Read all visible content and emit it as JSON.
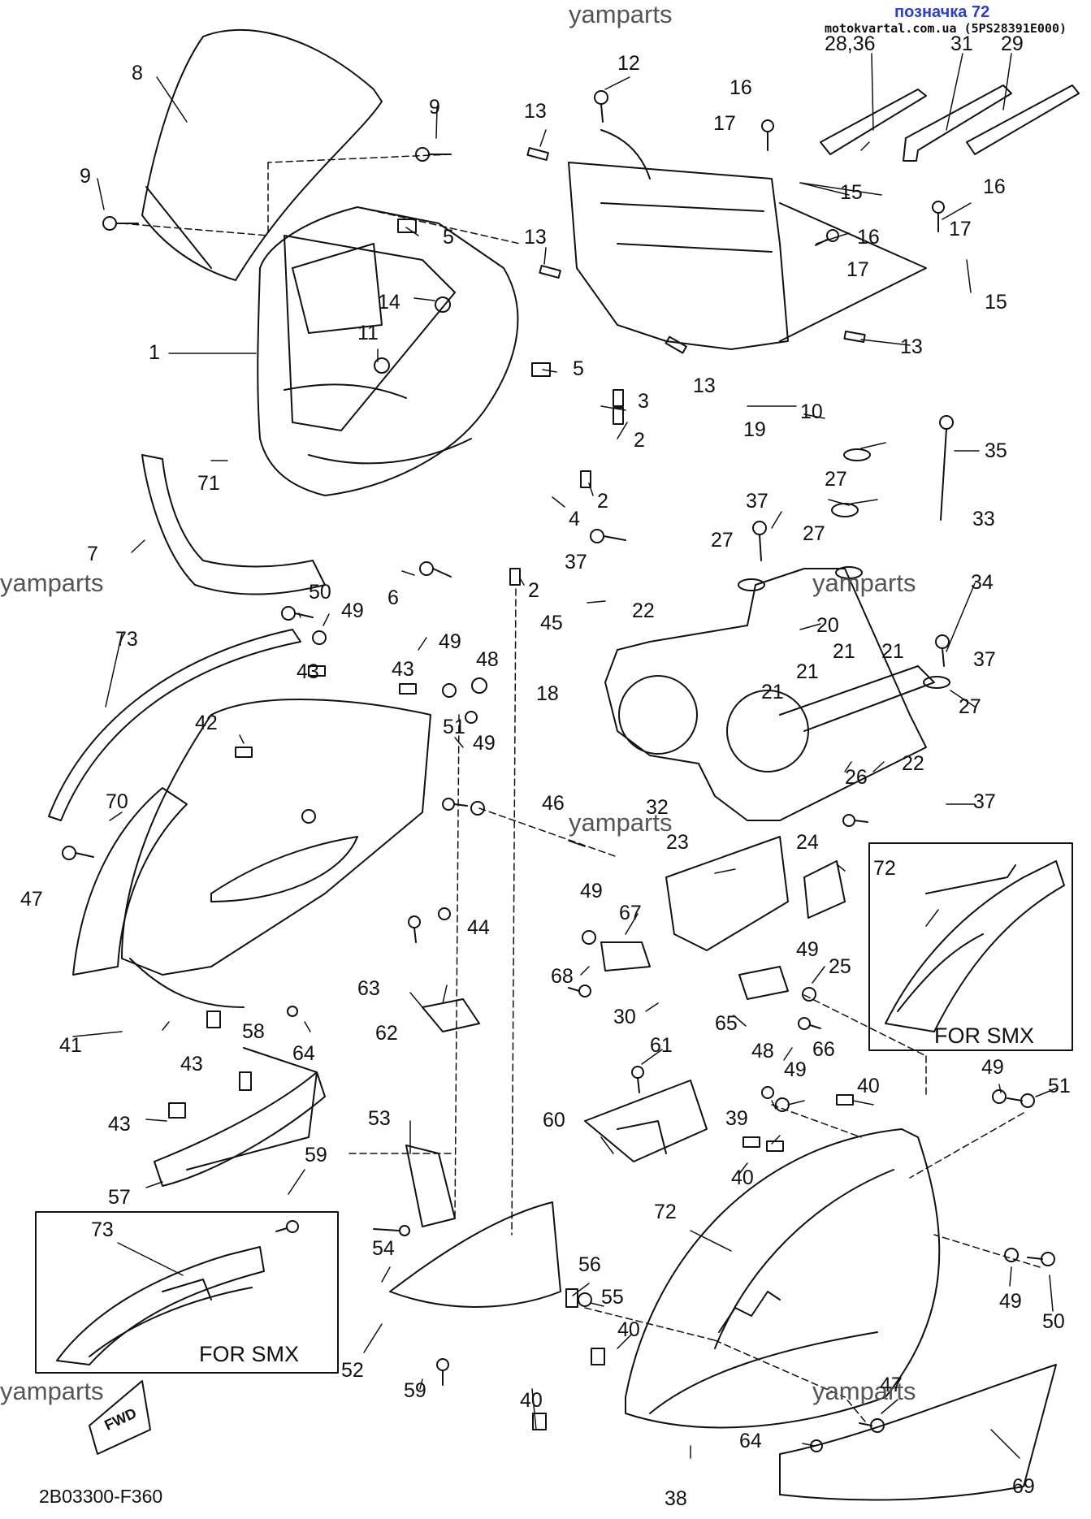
{
  "header": {
    "badge": "позначка 72",
    "site": "motokvartal.com.ua (5PS28391E000)"
  },
  "watermark": "yamparts",
  "smx_label": "FOR SMX",
  "diagram_code": "2B03300-F360",
  "fwd_label": "FWD",
  "callouts": {
    "c8": "8",
    "c9a": "9",
    "c9b": "9",
    "c12": "12",
    "c13a": "13",
    "c13b": "13",
    "c13c": "13",
    "c13d": "13",
    "c16a": "16",
    "c17a": "17",
    "c15a": "15",
    "c2836": "28,36",
    "c31": "31",
    "c29": "29",
    "c16b": "16",
    "c17b": "17",
    "c15b": "15",
    "c16c": "16",
    "c17c": "17",
    "c5a": "5",
    "c5b": "5",
    "c14": "14",
    "c1": "1",
    "c11": "11",
    "c3": "3",
    "c2a": "2",
    "c2b": "2",
    "c2c": "2",
    "c10": "10",
    "c19": "19",
    "c71": "71",
    "c7": "7",
    "c4": "4",
    "c6": "6",
    "c35": "35",
    "c27a": "27",
    "c33": "33",
    "c37a": "37",
    "c27b": "27",
    "c27c": "27",
    "c34": "34",
    "c37b": "37",
    "c22a": "22",
    "c45": "45",
    "c20": "20",
    "c21a": "21",
    "c21b": "21",
    "c21c": "21",
    "c21d": "21",
    "c37c": "37",
    "c27d": "27",
    "c18": "18",
    "c26": "26",
    "c22b": "22",
    "c37d": "37",
    "c50a": "50",
    "c49a": "49",
    "c73a": "73",
    "c43a": "43",
    "c43b": "43",
    "c49b": "49",
    "c48a": "48",
    "c42": "42",
    "c51a": "51",
    "c49c": "49",
    "c70": "70",
    "c46": "46",
    "c32": "32",
    "c23": "23",
    "c24": "24",
    "c72a": "72",
    "c47a": "47",
    "c44": "44",
    "c49d": "49",
    "c67": "67",
    "c68": "68",
    "c25": "25",
    "c49e": "49",
    "c63": "63",
    "c62": "62",
    "c30": "30",
    "c65": "65",
    "c66": "66",
    "c41": "41",
    "c43c": "43",
    "c58": "58",
    "c64a": "64",
    "c61": "61",
    "c48b": "48",
    "c49f": "49",
    "c40a": "40",
    "c49g": "49",
    "c51b": "51",
    "c43d": "43",
    "c59a": "59",
    "c57": "57",
    "c53": "53",
    "c60": "60",
    "c39": "39",
    "c40b": "40",
    "c73b": "73",
    "c54": "54",
    "c72b": "72",
    "c56": "56",
    "c55": "55",
    "c40c": "40",
    "c49h": "49",
    "c50b": "50",
    "c52": "52",
    "c59b": "59",
    "c40d": "40",
    "c47b": "47",
    "c64b": "64",
    "c38": "38",
    "c69": "69"
  }
}
